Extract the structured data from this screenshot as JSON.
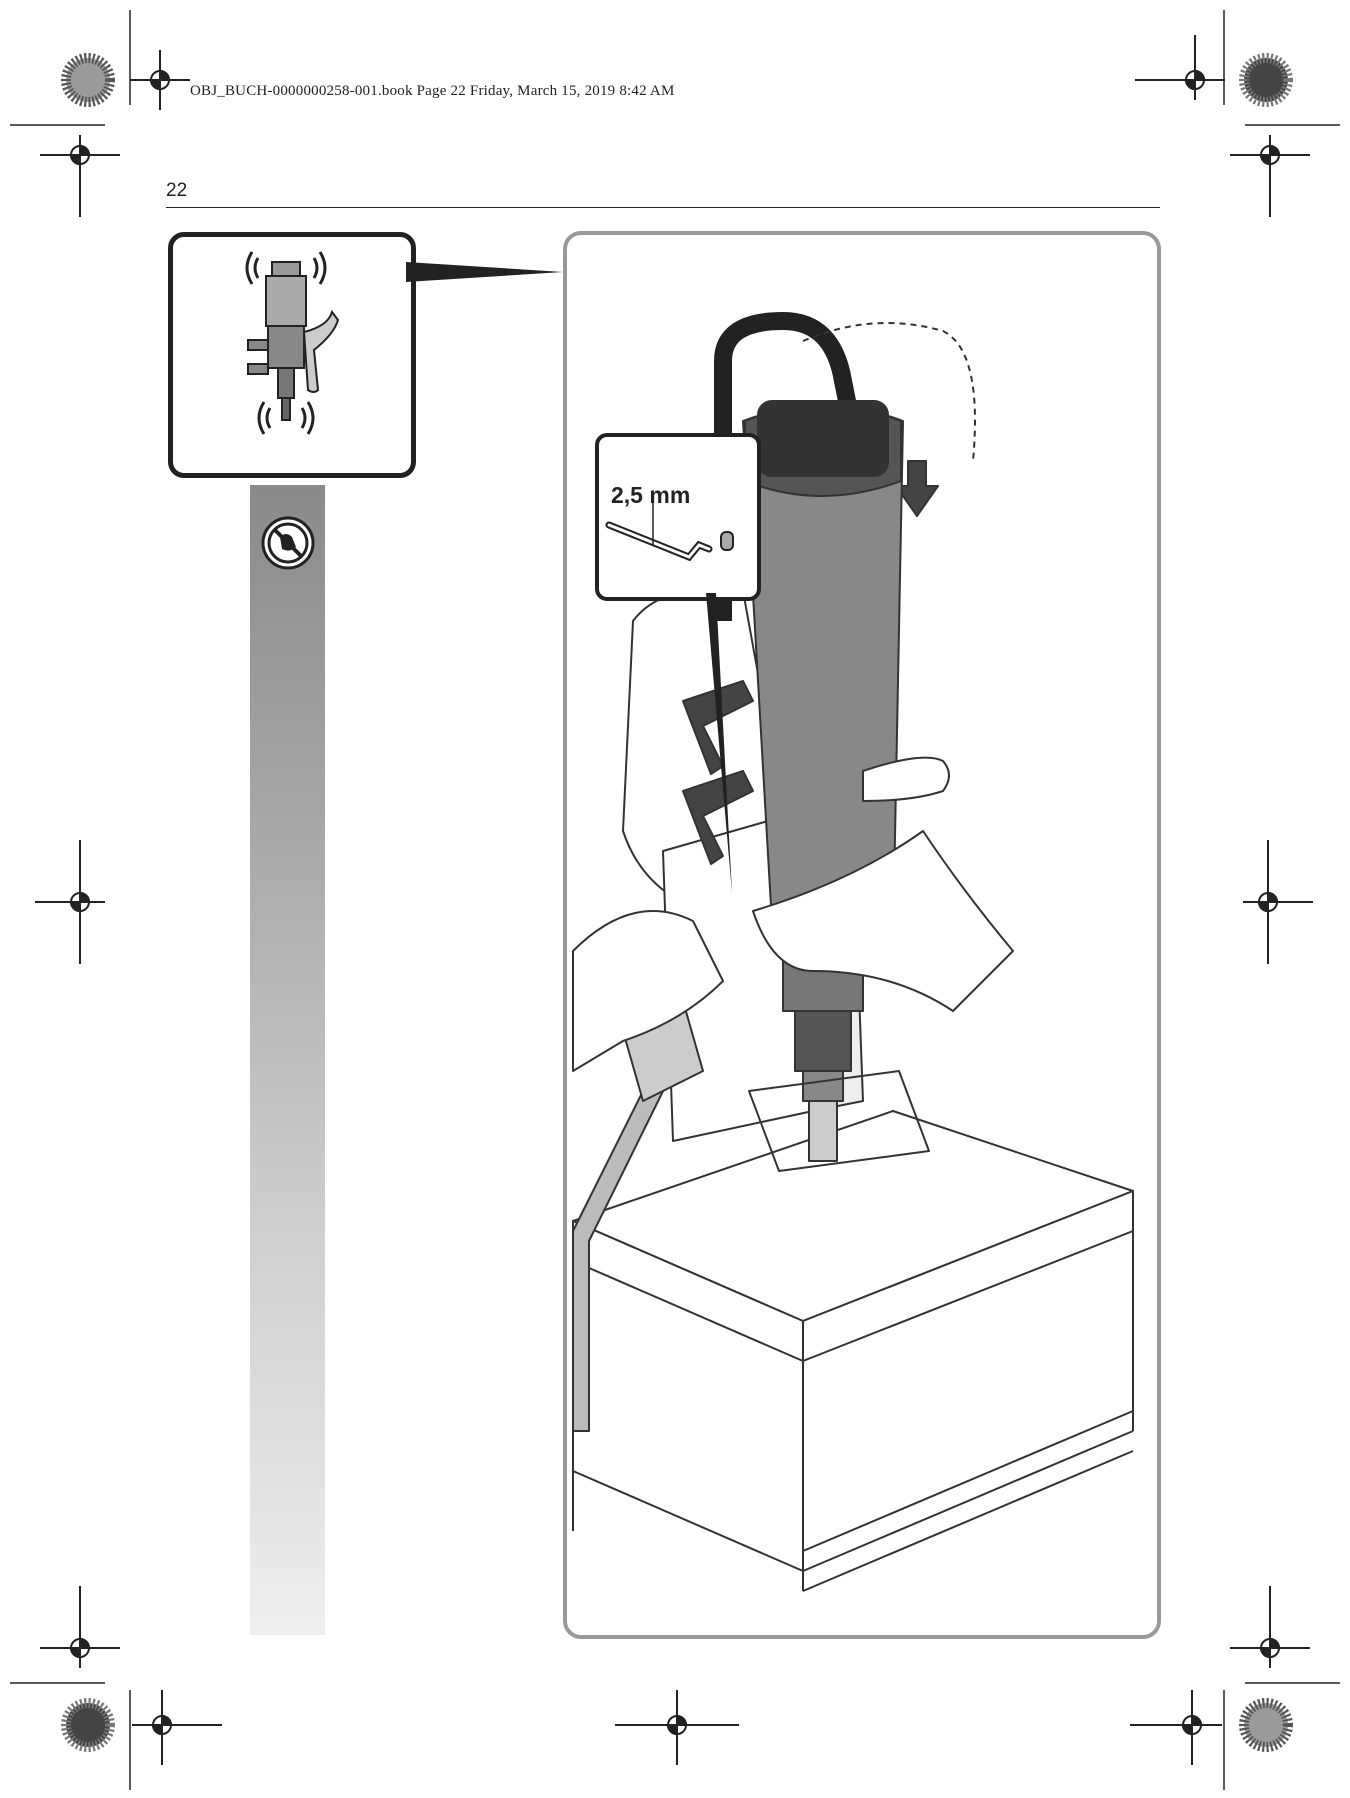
{
  "header": {
    "file_info": "OBJ_BUCH-0000000258-001.book  Page 22  Friday, March 15, 2019  8:42 AM"
  },
  "page": {
    "number": "22"
  },
  "illustration": {
    "callout_label": "2,5 mm"
  },
  "icons": {
    "warning": "no-hand-contact-icon",
    "registration": "crosshair-registration-mark",
    "color_wheel": "printer-color-wheel"
  },
  "colors": {
    "ink": "#222222",
    "frame": "#999999",
    "sidebar_top": "#8a8a8a",
    "sidebar_bottom": "#eeeeee"
  }
}
